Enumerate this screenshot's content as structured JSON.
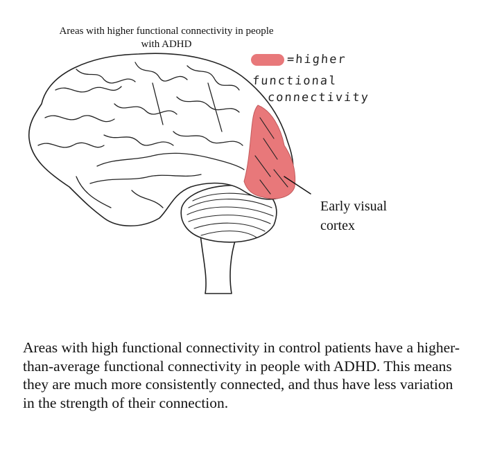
{
  "title": {
    "line1": "Areas with higher functional connectivity in people",
    "line2": "with ADHD"
  },
  "legend": {
    "color": "#e8787a",
    "line1": "=higher",
    "line2": "functional",
    "line3": "connectivity"
  },
  "region_label": {
    "line1": "Early visual",
    "line2": "cortex"
  },
  "description": "Areas with high functional connectivity in control patients have a higher-than-average functional connectivity in people with ADHD. This means they are much more consistently connected, and thus have less variation in the strength of their connection."
}
